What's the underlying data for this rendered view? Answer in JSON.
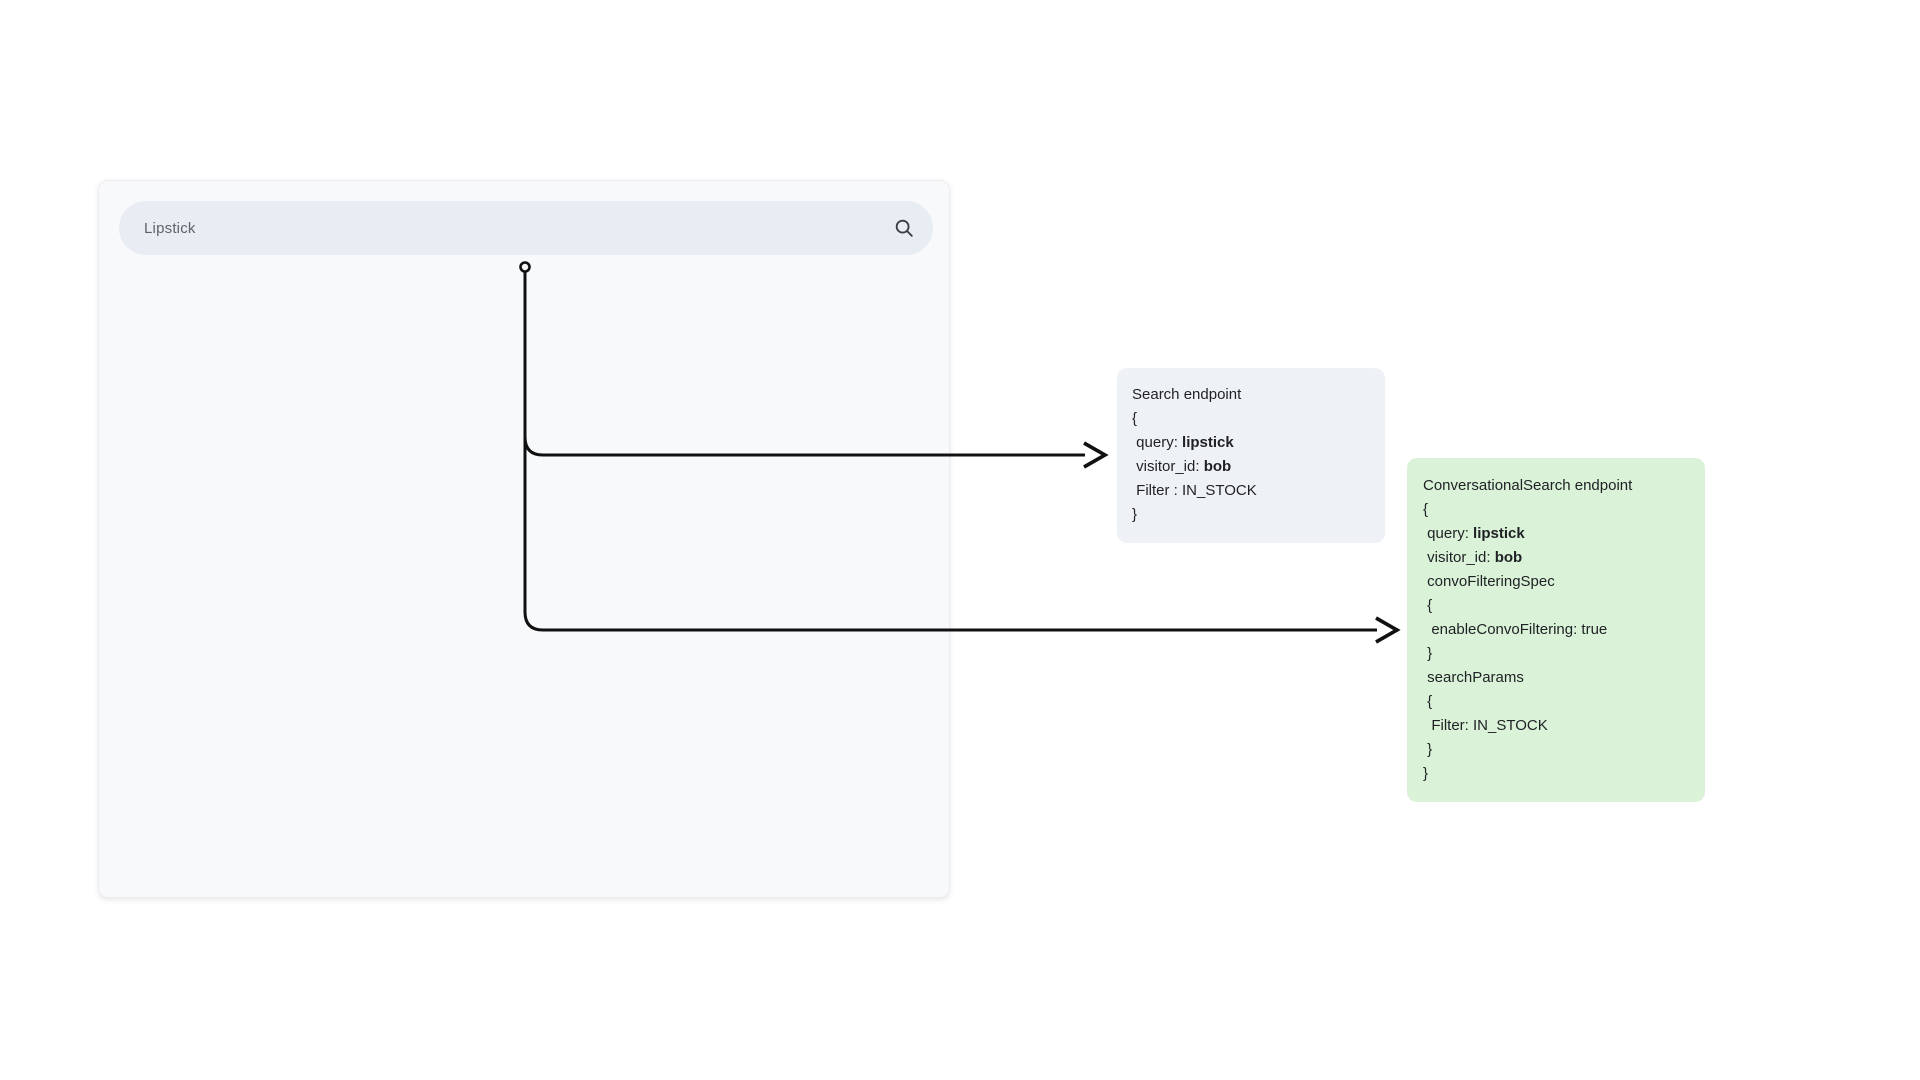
{
  "colors": {
    "page_background": "#ffffff",
    "panel_background": "#f8f9fb",
    "search_pill_background": "#e8ecf3",
    "search_text": "#5f6368",
    "gray_box_background": "#eef1f6",
    "green_box_background": "#d9f2d8",
    "code_text": "#1f2124",
    "connector": "#111111"
  },
  "panel": {
    "search": {
      "value": "Lipstick",
      "icon": "search-icon"
    }
  },
  "endpoint_boxes": [
    {
      "id": "search-endpoint",
      "title": "Search endpoint",
      "bg": "#eef1f6",
      "lines": [
        [
          {
            "t": "Search endpoint"
          }
        ],
        [
          {
            "t": "{"
          }
        ],
        [
          {
            "t": " query: "
          },
          {
            "t": "lipstick",
            "b": true
          }
        ],
        [
          {
            "t": " visitor_id: "
          },
          {
            "t": "bob",
            "b": true
          }
        ],
        [
          {
            "t": " Filter : IN_STOCK"
          }
        ],
        [
          {
            "t": "}"
          }
        ]
      ]
    },
    {
      "id": "conversational-search-endpoint",
      "title": "ConversationalSearch endpoint",
      "bg": "#d9f2d8",
      "lines": [
        [
          {
            "t": "ConversationalSearch endpoint"
          }
        ],
        [
          {
            "t": "{"
          }
        ],
        [
          {
            "t": " query: "
          },
          {
            "t": "lipstick",
            "b": true
          }
        ],
        [
          {
            "t": " visitor_id: "
          },
          {
            "t": "bob",
            "b": true
          }
        ],
        [
          {
            "t": " convoFilteringSpec"
          }
        ],
        [
          {
            "t": " {"
          }
        ],
        [
          {
            "t": "  enableConvoFiltering: true"
          }
        ],
        [
          {
            "t": " }"
          }
        ],
        [
          {
            "t": " searchParams"
          }
        ],
        [
          {
            "t": " {"
          }
        ],
        [
          {
            "t": "  Filter: IN_STOCK"
          }
        ],
        [
          {
            "t": " }"
          }
        ],
        [
          {
            "t": "}"
          }
        ]
      ]
    }
  ]
}
